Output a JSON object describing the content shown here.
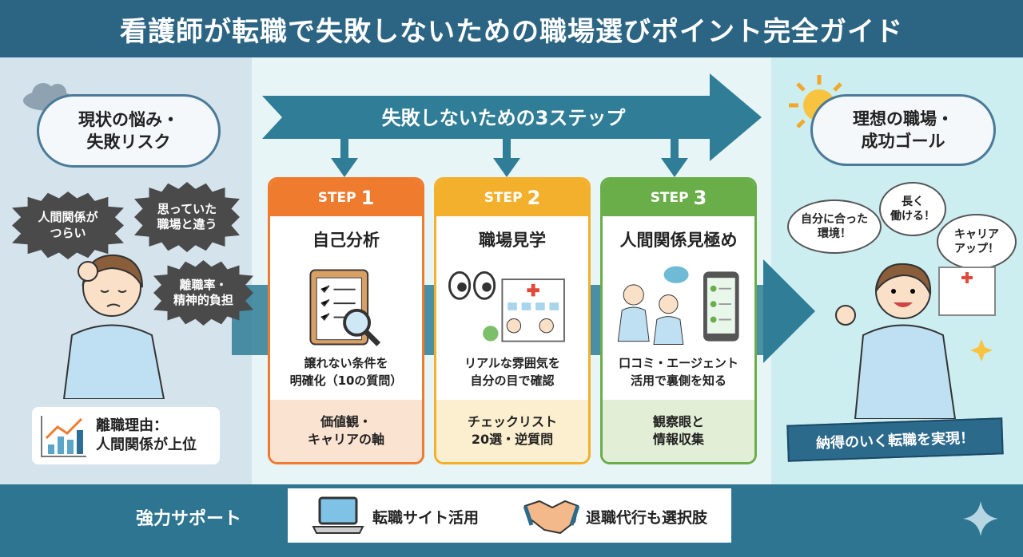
{
  "title": "看護師が転職で失敗しないための職場選びポイント完全ガイド",
  "left": {
    "cloud": "現状の悩み・\n失敗リスク",
    "worries": [
      "人間関係が\nつらい",
      "思っていた\n職場と違う",
      "離職率・\n精神的負担"
    ],
    "stat": "離職理由：\n人間関係が上位"
  },
  "arrow_label": "失敗しないための3ステップ",
  "steps": [
    {
      "step": "STEP",
      "num": "1",
      "title": "自己分析",
      "desc": "譲れない条件を\n明確化（10の質問）",
      "footer": "価値観・\nキャリアの軸",
      "color": "#ef7b2e",
      "tint": "#fbe3d2"
    },
    {
      "step": "STEP",
      "num": "2",
      "title": "職場見学",
      "desc": "リアルな雰囲気を\n自分の目で確認",
      "footer": "チェックリスト\n20選・逆質問",
      "color": "#f3b02c",
      "tint": "#fcefcf"
    },
    {
      "step": "STEP",
      "num": "3",
      "title": "人間関係見極め",
      "desc": "口コミ・エージェント\n活用で裏側を知る",
      "footer": "観察眼と\n情報収集",
      "color": "#6aae4a",
      "tint": "#e2efd6"
    }
  ],
  "right": {
    "cloud": "理想の職場・\n成功ゴール",
    "bubbles": [
      "自分に合った\n環境！",
      "長く\n働ける！",
      "キャリア\nアップ！"
    ],
    "banner": "納得のいく転職を実現！"
  },
  "support": {
    "label": "強力サポート",
    "items": [
      "転職サイト活用",
      "退職代行も選択肢"
    ]
  },
  "colors": {
    "header": "#2c6584",
    "arrow": "#2f7d96"
  }
}
